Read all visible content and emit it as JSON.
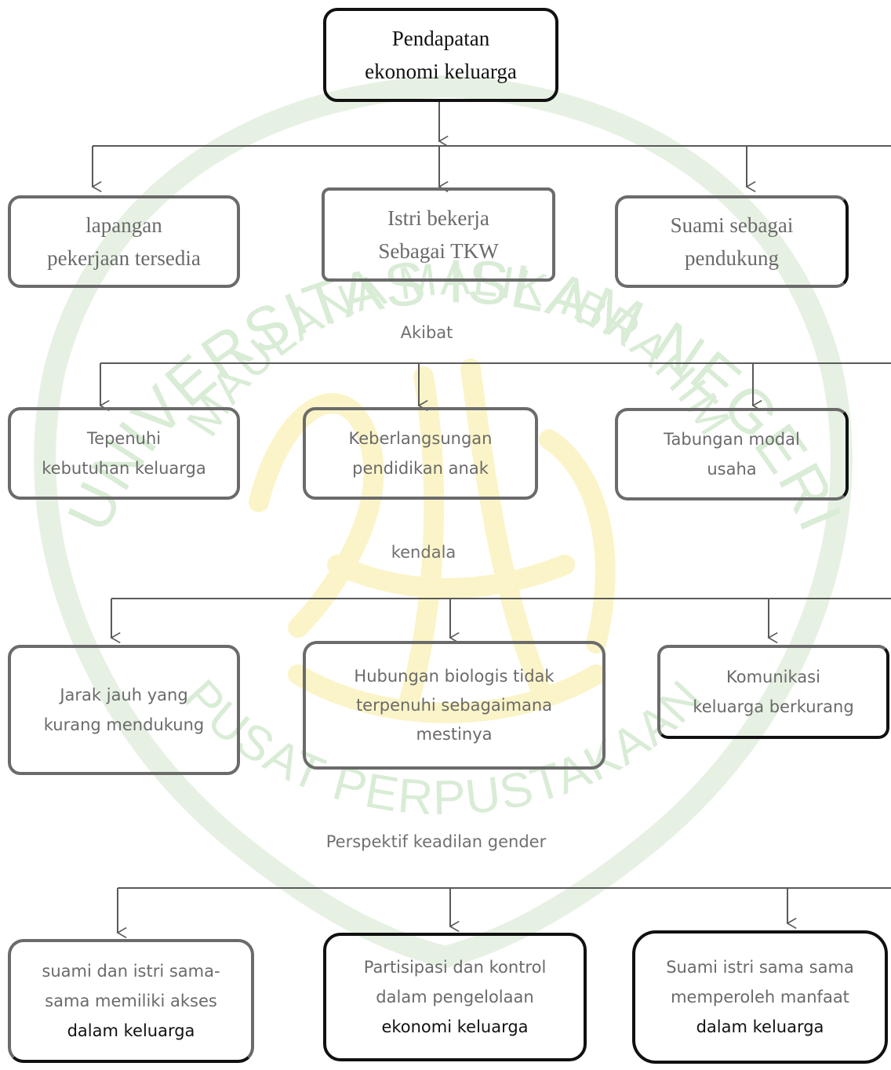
{
  "top_box": {
    "line1": "Pendapatan",
    "line2": "ekonomi keluarga"
  },
  "causes": [
    {
      "line1": "lapangan",
      "line2": "pekerjaan tersedia"
    },
    {
      "line1": "Istri bekerja",
      "line2": "Sebagai TKW"
    },
    {
      "line1": "Suami sebagai",
      "line2": "pendukung"
    }
  ],
  "labels": {
    "akibat": "Akibat",
    "kendala": "kendala",
    "perspektif": "Perspektif keadilan gender"
  },
  "effects": [
    {
      "line1": "Tepenuhi",
      "line2": "kebutuhan keluarga"
    },
    {
      "line1": "Keberlangsungan",
      "line2": "pendidikan anak"
    },
    {
      "line1": "Tabungan modal",
      "line2": "usaha"
    }
  ],
  "obstacles": [
    {
      "line1": "Jarak jauh yang",
      "line2": "kurang mendukung"
    },
    {
      "line1": "Hubungan biologis tidak",
      "line2": "terpenuhi sebagaimana",
      "line3": "mestinya"
    },
    {
      "line1": "Komunikasi",
      "line2": "keluarga berkurang"
    }
  ],
  "gender": [
    {
      "line1": "suami dan istri sama-",
      "line2": "sama memiliki akses",
      "line3": "dalam keluarga"
    },
    {
      "line1": "Partisipasi dan kontrol",
      "line2": "dalam pengelolaan",
      "line3": "ekonomi keluarga"
    },
    {
      "line1": "Suami istri sama sama",
      "line2": "memperoleh manfaat",
      "line3": "dalam keluarga"
    }
  ],
  "watermark": {
    "arc_top": "UNIVERSITAS ISLAM NEGERI",
    "arc_inner": "MAULANA MALIK IBRAHIM",
    "arc_bottom": "PUSAT PERPUSTAKAAN",
    "color": "#d9ecd6",
    "emblem_color": "#fbf4c8"
  },
  "colors": {
    "box_border_dark": "#111111",
    "box_border_gray": "#6b6b6b",
    "line": "#5a5a5a",
    "text_gray": "#6a6a6a",
    "text_dark": "#111111"
  }
}
